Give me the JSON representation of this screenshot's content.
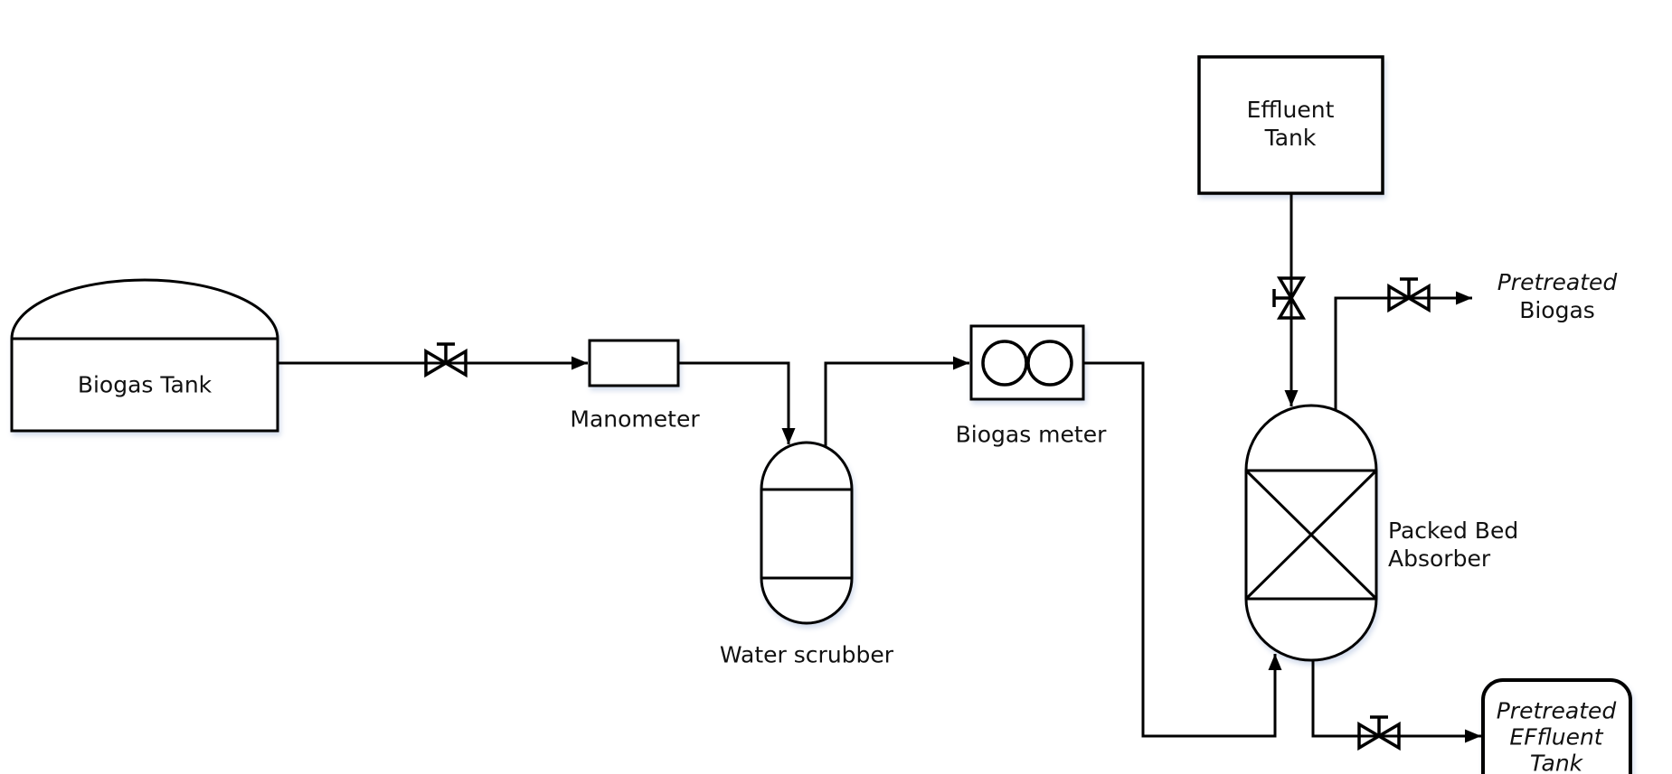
{
  "diagram": {
    "kind": "process-flow-diagram",
    "components": {
      "biogas_tank": {
        "label": "Biogas Tank",
        "shape": "dome-top-tank"
      },
      "inlet_valve": {
        "icon": "valve-icon"
      },
      "manometer": {
        "label": "Manometer",
        "shape": "rectangle"
      },
      "water_scrubber": {
        "label": "Water scrubber",
        "shape": "capsule-vessel"
      },
      "biogas_meter": {
        "label": "Biogas meter",
        "shape": "meter-box-two-circles"
      },
      "effluent_tank": {
        "label_line1": "Effluent",
        "label_line2": "Tank",
        "shape": "rectangle"
      },
      "effluent_feed_valve": {
        "icon": "valve-icon"
      },
      "packed_bed_absorber": {
        "label_line1": "Packed Bed",
        "label_line2": "Absorber",
        "shape": "packed-column"
      },
      "pretreated_biogas_valve": {
        "icon": "valve-icon"
      },
      "pretreated_biogas_stream": {
        "label_line1": "Pretreated",
        "label_line2": "Biogas"
      },
      "effluent_outlet_valve": {
        "icon": "valve-icon"
      },
      "pretreated_effluent_tank": {
        "label_line1": "Pretreated",
        "label_line2": "EFfluent",
        "label_line3": "Tank",
        "shape": "rounded-rectangle"
      }
    },
    "colors": {
      "line": "#000000",
      "background": "#ffffff",
      "text": "#111111"
    }
  }
}
